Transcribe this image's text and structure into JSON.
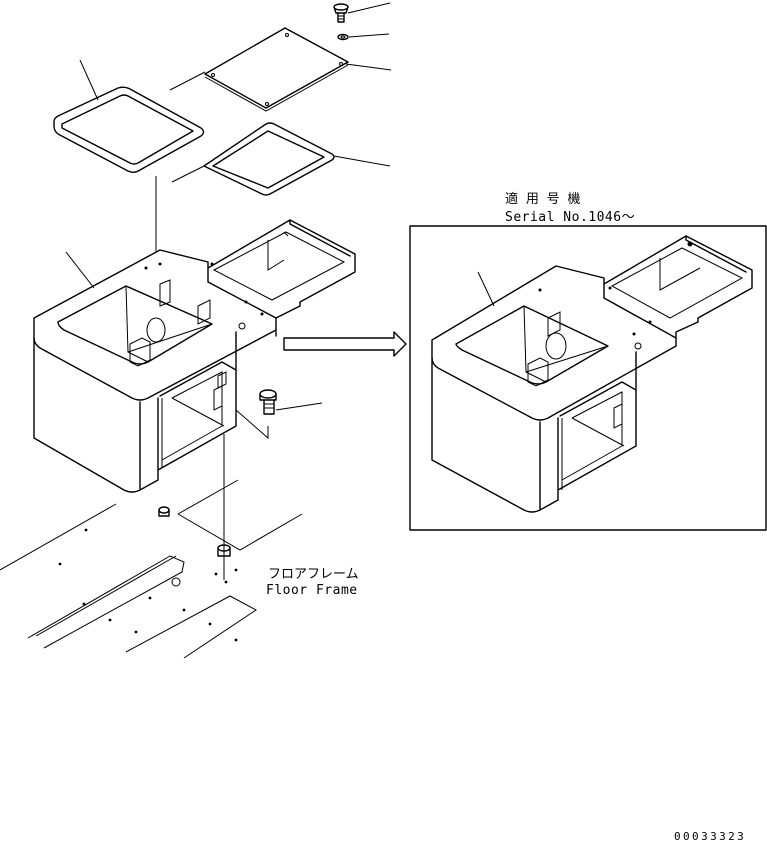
{
  "labels": {
    "applicable_jp": "適 用 号 機",
    "serial": "Serial No.1046～",
    "floor_frame_jp": "フロアフレーム",
    "floor_frame_en": "Floor Frame",
    "drawing_number": "00033323"
  }
}
